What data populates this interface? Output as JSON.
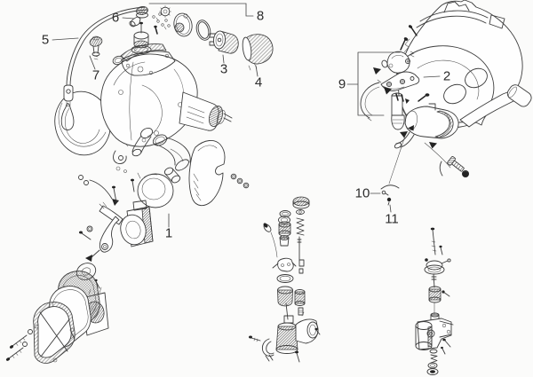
{
  "page": {
    "background_color": "#fbfbfa",
    "ink_color": "#3c3c3c",
    "kind": "exploded-parts-diagram"
  },
  "diagram": {
    "description": "Exploded parts diagram: engine block with flywheel cover and throttle cable, electric starter group, fan cowl with kickstart pedal, carburettor, air filter box and oil pump assemblies",
    "callouts": [
      {
        "number": "1"
      },
      {
        "number": "2"
      },
      {
        "number": "3"
      },
      {
        "number": "4"
      },
      {
        "number": "5"
      },
      {
        "number": "6"
      },
      {
        "number": "7"
      },
      {
        "number": "8"
      },
      {
        "number": "9"
      },
      {
        "number": "10"
      },
      {
        "number": "11"
      }
    ]
  }
}
